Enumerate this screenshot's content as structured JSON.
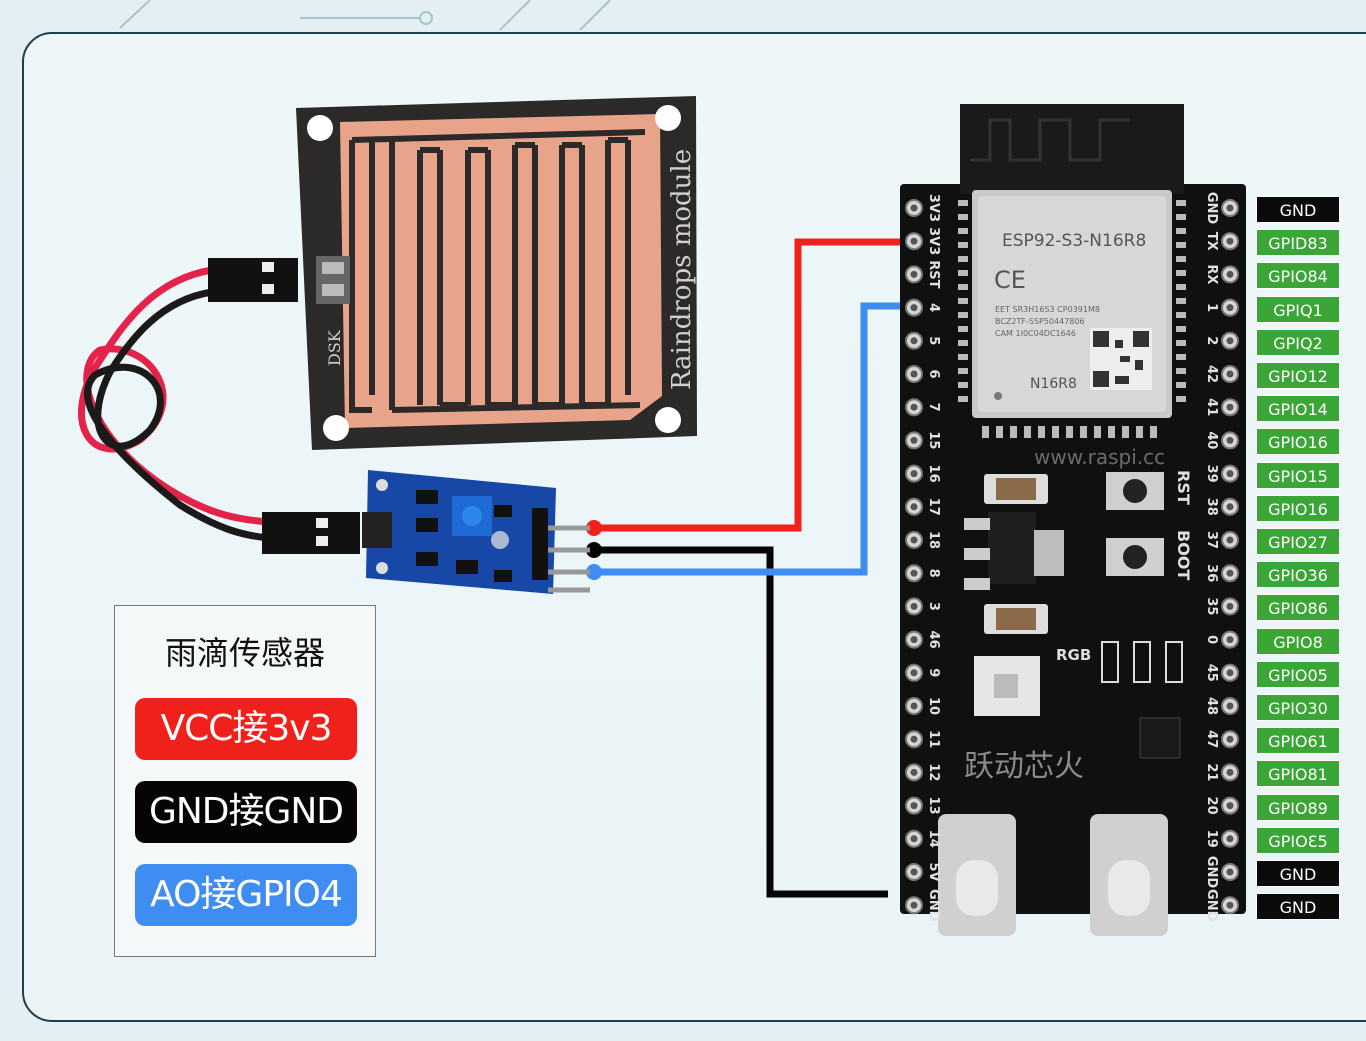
{
  "legend": {
    "title": "雨滴传感器",
    "vcc": "VCC接3v3",
    "gnd": "GND接GND",
    "ao": "AO接GPIO4"
  },
  "colors": {
    "vcc_wire": "#f0211b",
    "gnd_wire": "#050505",
    "ao_wire": "#3f8cf2",
    "pin_green": "#3aa636",
    "pin_black": "#0b0b0b"
  },
  "rain_module": {
    "name": "Raindrops module",
    "mark": "DSK"
  },
  "esp_board": {
    "chip": "ESP92-S3-N16R8",
    "ce": "CE",
    "chip_line1": "EET SR3H16S3 CP0391M8",
    "chip_line2": "BCZ2TF-SSP50447806",
    "chip_line3": "CAM 1I0C04DC1646",
    "chip_variant": "N16R8",
    "url": "www.raspi.cc",
    "rst": "RST",
    "boot": "BOOT",
    "rgb": "RGB",
    "brand": "跃动芯火",
    "left_pins": [
      "3V3",
      "3V3",
      "RST",
      "4",
      "5",
      "6",
      "7",
      "15",
      "16",
      "17",
      "18",
      "8",
      "3",
      "46",
      "9",
      "10",
      "11",
      "12",
      "13",
      "14",
      "5V",
      "GND"
    ],
    "right_pins": [
      "GND",
      "TX",
      "RX",
      "1",
      "2",
      "42",
      "41",
      "40",
      "39",
      "38",
      "37",
      "36",
      "35",
      "0",
      "45",
      "48",
      "47",
      "21",
      "20",
      "19",
      "GND",
      "GND"
    ]
  },
  "pin_labels": [
    {
      "text": "GND",
      "color": "black"
    },
    {
      "text": "GPID83",
      "color": "green"
    },
    {
      "text": "GPIO84",
      "color": "green"
    },
    {
      "text": "GPIQ1",
      "color": "green"
    },
    {
      "text": "GPIQ2",
      "color": "green"
    },
    {
      "text": "GPIO12",
      "color": "green"
    },
    {
      "text": "GPIO14",
      "color": "green"
    },
    {
      "text": "GPIO16",
      "color": "green"
    },
    {
      "text": "GPIO15",
      "color": "green"
    },
    {
      "text": "GPIO16",
      "color": "green"
    },
    {
      "text": "GPIO27",
      "color": "green"
    },
    {
      "text": "GPIO36",
      "color": "green"
    },
    {
      "text": "GPIO86",
      "color": "green"
    },
    {
      "text": "GPIO8",
      "color": "green"
    },
    {
      "text": "GPIO05",
      "color": "green"
    },
    {
      "text": "GPIO30",
      "color": "green"
    },
    {
      "text": "GPIO61",
      "color": "green"
    },
    {
      "text": "GPIO81",
      "color": "green"
    },
    {
      "text": "GPIO89",
      "color": "green"
    },
    {
      "text": "GPIOƐ5",
      "color": "green"
    },
    {
      "text": "GND",
      "color": "black"
    },
    {
      "text": "GND",
      "color": "black"
    }
  ]
}
